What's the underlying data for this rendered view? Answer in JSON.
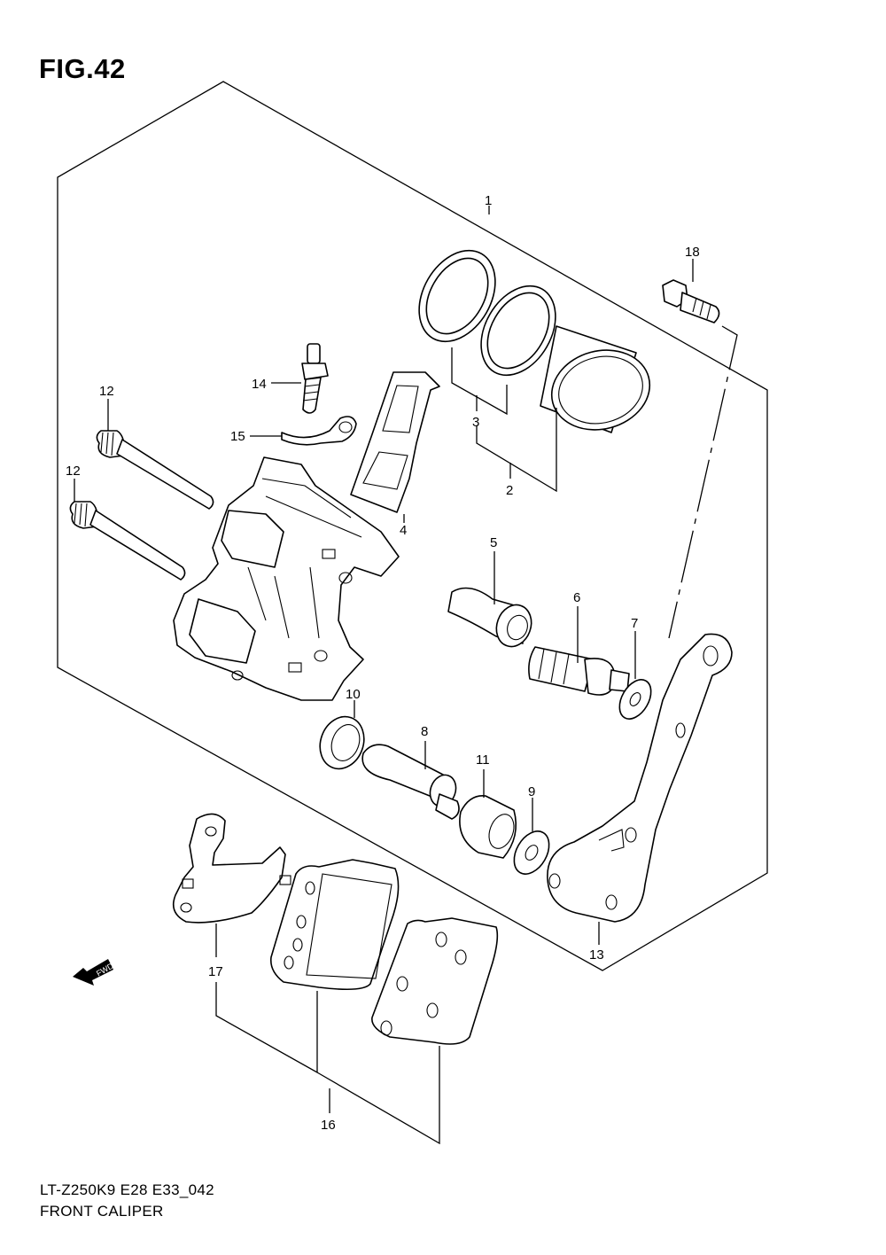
{
  "figure": {
    "title": "FIG.42"
  },
  "callouts": {
    "c1": "1",
    "c2": "2",
    "c3": "3",
    "c4": "4",
    "c5": "5",
    "c6": "6",
    "c7": "7",
    "c8": "8",
    "c9": "9",
    "c10": "10",
    "c11": "11",
    "c12a": "12",
    "c12b": "12",
    "c13": "13",
    "c14": "14",
    "c15": "15",
    "c16": "16",
    "c17": "17",
    "c18": "18"
  },
  "fwd_label": "FWD",
  "footer": {
    "model_code": "LT-Z250K9 E28 E33_042",
    "section_name": "FRONT CALIPER"
  }
}
